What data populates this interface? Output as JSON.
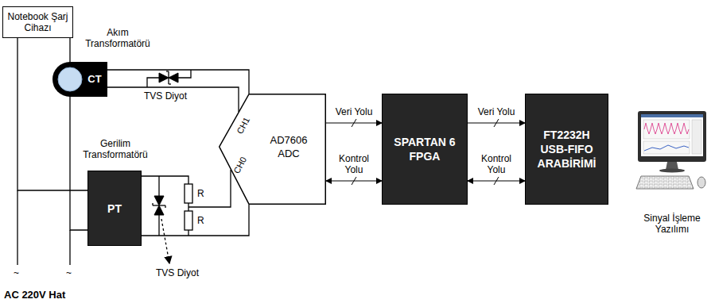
{
  "diagram": {
    "nodes": [
      {
        "text": [
          "Notebook Şarj Cihazı"
        ]
      },
      {
        "text": [
          "Akım Transformatörü",
          "CT"
        ]
      },
      {
        "text": [
          "Gerilim Transformatörü",
          "PT"
        ]
      },
      {
        "text": [
          "CH1",
          "CH0",
          "AD7606 ADC"
        ]
      },
      {
        "text": [
          "SPARTAN 6 FPGA"
        ]
      },
      {
        "text": [
          "FT2232H USB-FIFO ARABİRİMİ"
        ]
      }
    ],
    "edges": [
      {
        "from": 0,
        "to": 2,
        "arrow": "none"
      },
      {
        "from": 0,
        "to": 2,
        "arrow": "none"
      },
      {
        "from": 1,
        "to": 3,
        "arrow": "none"
      },
      {
        "from": 2,
        "to": 3,
        "arrow": "none"
      },
      {
        "from": 3,
        "to": 4,
        "label": "Veri Yolu",
        "arrow": "to"
      },
      {
        "from": 3,
        "to": 4,
        "label": "Kontrol Yolu",
        "arrow": "both"
      },
      {
        "from": 4,
        "to": 5,
        "label": "Veri Yolu",
        "arrow": "to"
      },
      {
        "from": 4,
        "to": 5,
        "label": "Kontrol Yolu",
        "arrow": "both"
      }
    ],
    "labels": [
      "TVS Diyot",
      "TVS Diyot",
      "R",
      "R",
      "~",
      "~",
      "AC 220V Hat",
      "Sinyal İşleme Yazılımı"
    ]
  }
}
